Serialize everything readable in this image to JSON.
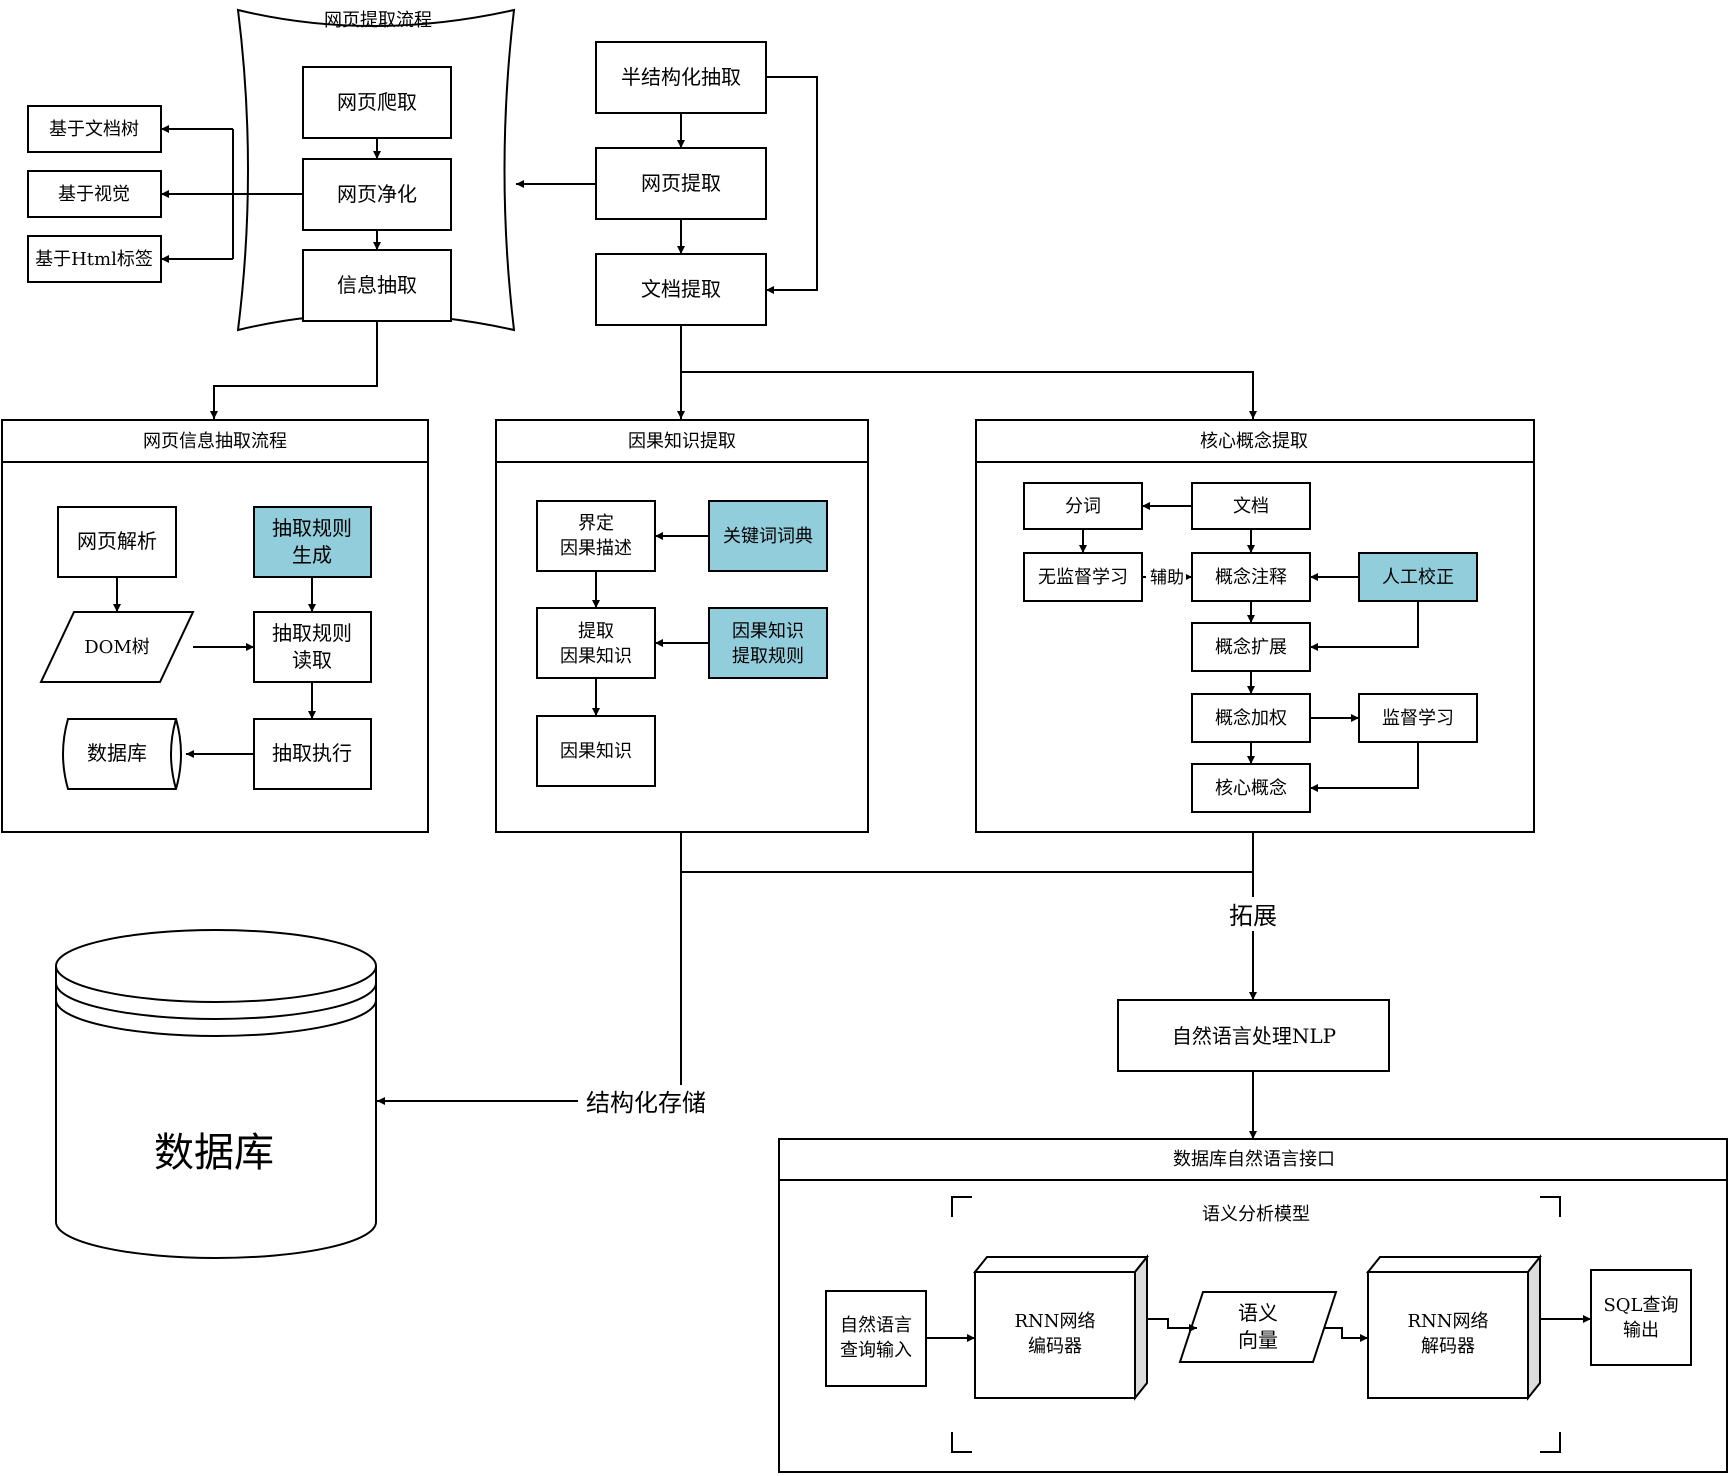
{
  "web_extraction_flow": {
    "title": "网页提取流程",
    "crawl": "网页爬取",
    "purify": "网页净化",
    "info_extract": "信息抽取"
  },
  "purify_methods": [
    "基于文档树",
    "基于视觉",
    "基于Html标签"
  ],
  "semi_structured": {
    "title": "半结构化抽取",
    "web_extract": "网页提取",
    "doc_extract": "文档提取"
  },
  "web_info_panel": {
    "title": "网页信息抽取流程",
    "parse": "网页解析",
    "rule_gen": [
      "抽取规则",
      "生成"
    ],
    "dom_tree": "DOM树",
    "rule_read": [
      "抽取规则",
      "读取"
    ],
    "database": "数据库",
    "execute": "抽取执行"
  },
  "causal_panel": {
    "title": "因果知识提取",
    "define": [
      "界定",
      "因果描述"
    ],
    "keyword_dict": "关键词词典",
    "extract": [
      "提取",
      "因果知识"
    ],
    "rules": [
      "因果知识",
      "提取规则"
    ],
    "knowledge": "因果知识"
  },
  "concept_panel": {
    "title": "核心概念提取",
    "segment": "分词",
    "document": "文档",
    "unsupervised": "无监督学习",
    "assist": "辅助",
    "annotate": "概念注释",
    "manual": "人工校正",
    "expand": "概念扩展",
    "weight": "概念加权",
    "supervised": "监督学习",
    "core": "核心概念"
  },
  "labels": {
    "extend": "拓展",
    "structured_storage": "结构化存储",
    "nlp": "自然语言处理NLP",
    "big_db": "数据库"
  },
  "nl_interface": {
    "title": "数据库自然语言接口",
    "model_title": "语义分析模型",
    "input": [
      "自然语言",
      "查询输入"
    ],
    "encoder": [
      "RNN网络",
      "编码器"
    ],
    "vector": [
      "语义",
      "向量"
    ],
    "decoder": [
      "RNN网络",
      "解码器"
    ],
    "output": [
      "SQL查询",
      "输出"
    ]
  },
  "colors": {
    "highlight": "#92CDDC",
    "line": "#000000",
    "background": "#ffffff"
  }
}
